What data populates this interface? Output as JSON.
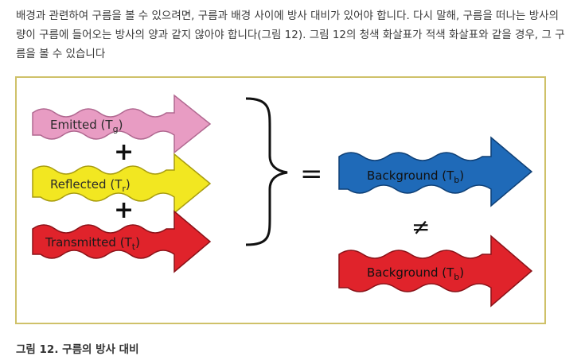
{
  "paragraph": "배경과 관련하여 구름을 볼 수 있으려면, 구름과 배경 사이에 방사 대비가 있어야 합니다. 다시 말해, 구름을 떠나는 방사의 량이 구름에 들어오는 방사의 양과 같지 않아야 합니다(그림 12). 그림 12의 청색 화살표가 적색 화살표와 같을 경우, 그 구름을 볼 수 있습니다",
  "figure": {
    "arrows": [
      {
        "label": "Emitted",
        "subscript": "g",
        "color": "#e89cc3"
      },
      {
        "label": "Reflected",
        "subscript": "r",
        "color": "#f2e721"
      },
      {
        "label": "Transmitted",
        "subscript": "t",
        "color": "#e0232b"
      },
      {
        "label": "Background",
        "subscript": "b",
        "color": "#1f6ab8"
      },
      {
        "label": "Background",
        "subscript": "b",
        "color": "#e0232b"
      }
    ],
    "plus_sign": "+",
    "equals_sign": "=",
    "not_equal_sign": "≠"
  },
  "caption": "그림 12. 구름의 방사 대비"
}
